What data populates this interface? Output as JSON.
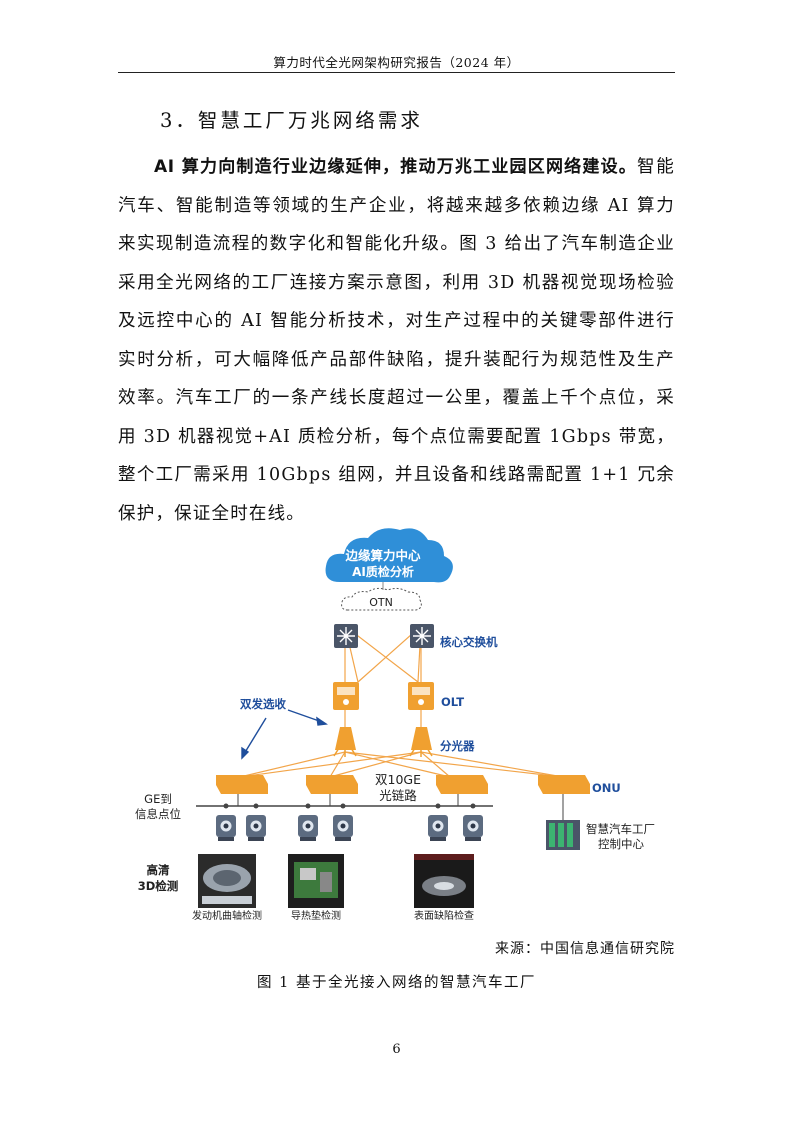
{
  "header": {
    "title": "算力时代全光网架构研究报告（2024 年）"
  },
  "section": {
    "heading": "3．智慧工厂万兆网络需求"
  },
  "paragraph": {
    "lead": "AI 算力向制造行业边缘延伸，推动万兆工业园区网络建设。",
    "body": "智能汽车、智能制造等领域的生产企业，将越来越多依赖边缘 AI 算力来实现制造流程的数字化和智能化升级。图 3 给出了汽车制造企业采用全光网络的工厂连接方案示意图，利用 3D 机器视觉现场检验及远控中心的 AI 智能分析技术，对生产过程中的关键零部件进行实时分析，可大幅降低产品部件缺陷，提升装配行为规范性及生产效率。汽车工厂的一条产线长度超过一公里，覆盖上千个点位，采用 3D 机器视觉+AI 质检分析，每个点位需要配置 1Gbps 带宽，整个工厂需采用 10Gbps 组网，并且设备和线路需配置 1+1 冗余保护，保证全时在线。"
  },
  "figure": {
    "cloud_line1": "边缘算力中心",
    "cloud_line2": "AI质检分析",
    "otn": "OTN",
    "core_switch": "核心交换机",
    "olt": "OLT",
    "dual_tx": "双发选收",
    "splitter": "分光器",
    "link_line1": "双10GE",
    "link_line2": "光链路",
    "onu": "ONU",
    "ge_line1": "GE到",
    "ge_line2": "信息点位",
    "hd_line1": "高清",
    "hd_line2": "3D检测",
    "control_line1": "智慧汽车工厂",
    "control_line2": "控制中心",
    "photo1": "发动机曲轴检测",
    "photo2": "导热垫检测",
    "photo3": "表面缺陷检查",
    "colors": {
      "accent_blue": "#1f4e9c",
      "cloud_blue": "#2f8fd8",
      "orange": "#f0a030",
      "line_orange": "#f2a54a",
      "device_gray": "#5c6b80"
    }
  },
  "source": "来源：中国信息通信研究院",
  "caption": "图 1 基于全光接入网络的智慧汽车工厂",
  "page_number": "6"
}
